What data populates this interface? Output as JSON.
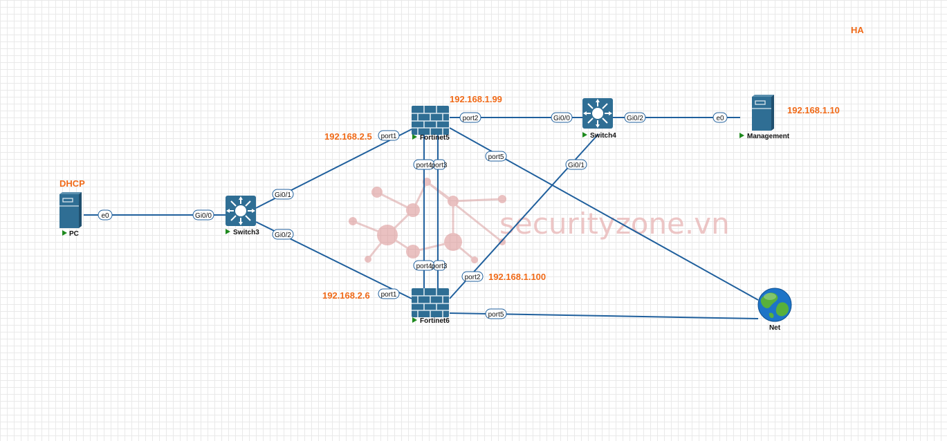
{
  "watermark": {
    "text": "securityzone.vn"
  },
  "annotations": {
    "ha": "HA",
    "dhcp": "DHCP",
    "fortinet5_mgmt_ip": "192.168.1.99",
    "fortinet5_port1_ip": "192.168.2.5",
    "fortinet6_mgmt_ip": "192.168.1.100",
    "fortinet6_port1_ip": "192.168.2.6",
    "management_ip": "192.168.1.10"
  },
  "nodes": {
    "pc": {
      "label": "PC",
      "type": "server-icon"
    },
    "switch3": {
      "label": "Switch3",
      "type": "switch-icon"
    },
    "switch4": {
      "label": "Switch4",
      "type": "switch-icon"
    },
    "fortinet5": {
      "label": "Fortinet5",
      "type": "firewall-icon"
    },
    "fortinet6": {
      "label": "Fortinet6",
      "type": "firewall-icon"
    },
    "management": {
      "label": "Management",
      "type": "server-icon"
    },
    "net": {
      "label": "Net",
      "type": "globe-icon"
    }
  },
  "ports": {
    "pc_e0": "e0",
    "sw3_gi00": "Gi0/0",
    "sw3_gi01": "Gi0/1",
    "sw3_gi02": "Gi0/2",
    "fg5_port1": "port1",
    "fg5_port2": "port2",
    "fg5_port3": "port3",
    "fg5_port4": "port4",
    "fg5_port5": "port5",
    "fg6_port1": "port1",
    "fg6_port2": "port2",
    "fg6_port3": "port3",
    "fg6_port4": "port4",
    "fg6_port5": "port5",
    "sw4_gi00": "Gi0/0",
    "sw4_gi01": "Gi0/1",
    "sw4_gi02": "Gi0/2",
    "mgmt_e0": "e0"
  },
  "colors": {
    "link": "#1f5f9c",
    "annotation": "#f06a18",
    "device": "#2f6e94",
    "running": "#1e8a1e"
  }
}
